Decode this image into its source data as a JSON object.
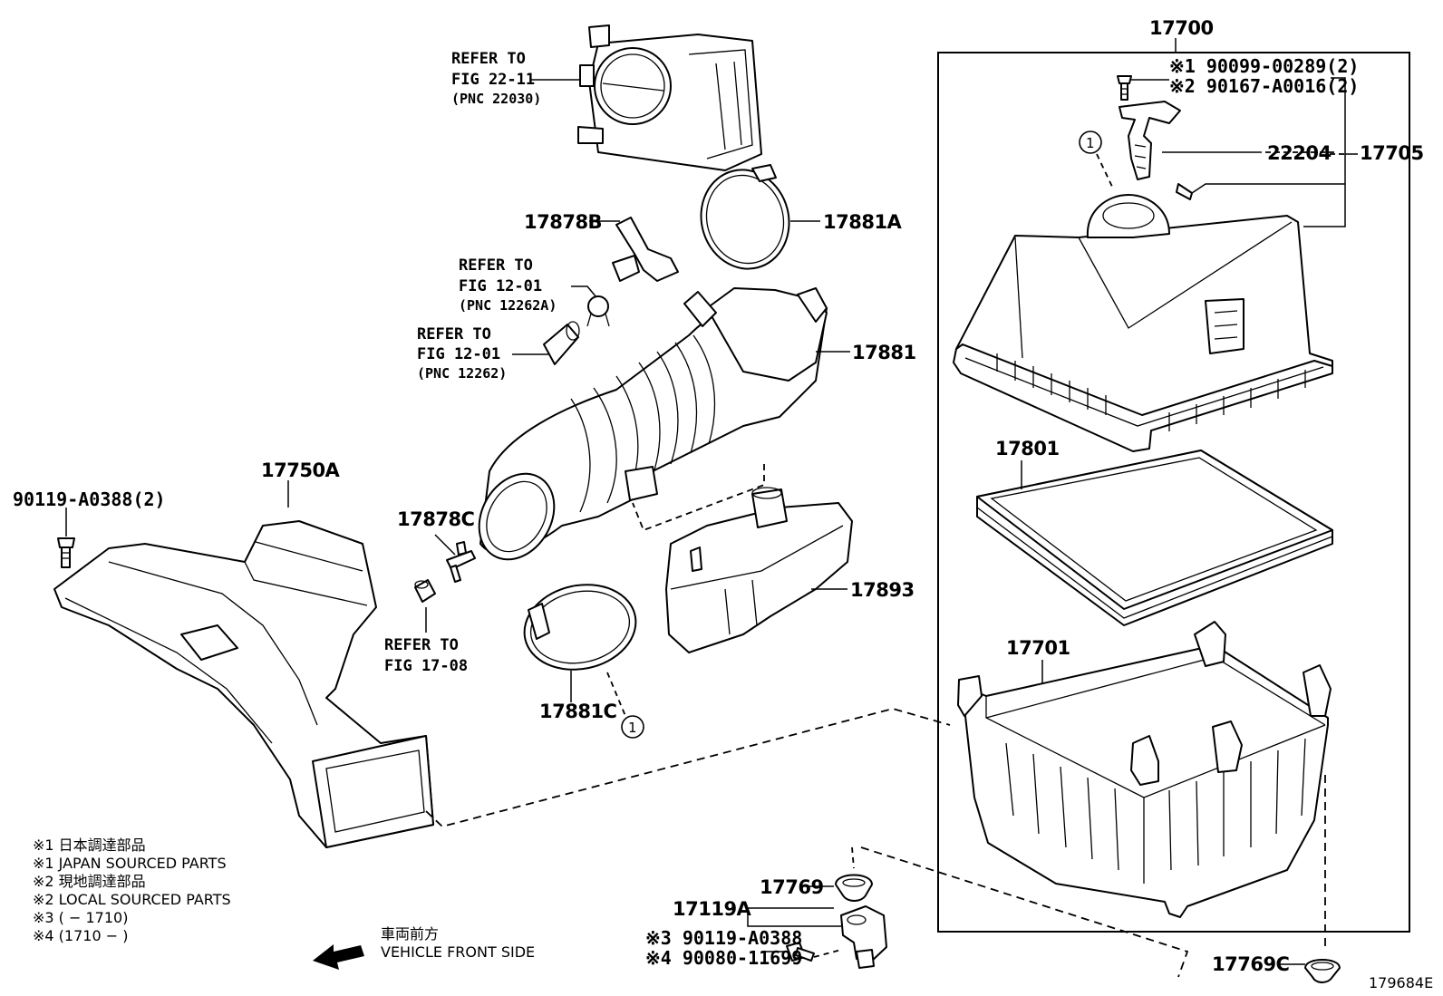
{
  "diagram_id": "179684E",
  "labels": {
    "p17700": "17700",
    "p17705": "17705",
    "p22204": "22204",
    "bolt1": "※1 90099-00289(2)",
    "bolt2": "※2 90167-A0016(2)",
    "p17801": "17801",
    "p17701": "17701",
    "p17769C": "17769C",
    "p17769": "17769",
    "p17119A": "17119A",
    "bolt3": "※3 90119-A0388",
    "bolt4": "※4 90080-11699",
    "p17881A": "17881A",
    "p17878B": "17878B",
    "p17881": "17881",
    "p17893": "17893",
    "p17881C": "17881C",
    "p17878C": "17878C",
    "p17750A": "17750A",
    "bolt_17750": "90119-A0388(2)",
    "circle_ref": "1"
  },
  "refs": {
    "throttle": {
      "line1": "REFER TO",
      "line2": "FIG 22-11",
      "line3": "(PNC 22030)"
    },
    "hose_a": {
      "line1": "REFER TO",
      "line2": "FIG 12-01",
      "line3": "(PNC 12262A)"
    },
    "hose_b": {
      "line1": "REFER TO",
      "line2": "FIG 12-01",
      "line3": "(PNC 12262)"
    },
    "vacuum": {
      "line1": "REFER TO",
      "line2": "FIG 17-08"
    }
  },
  "notes": [
    "※1  日本調達部品",
    "※1  JAPAN SOURCED PARTS",
    "※2  現地調達部品",
    "※2  LOCAL SOURCED PARTS",
    "※3 (       − 1710)",
    "※4 (1710 −       )"
  ],
  "direction": {
    "jp": "車両前方",
    "en": "VEHICLE FRONT SIDE"
  }
}
